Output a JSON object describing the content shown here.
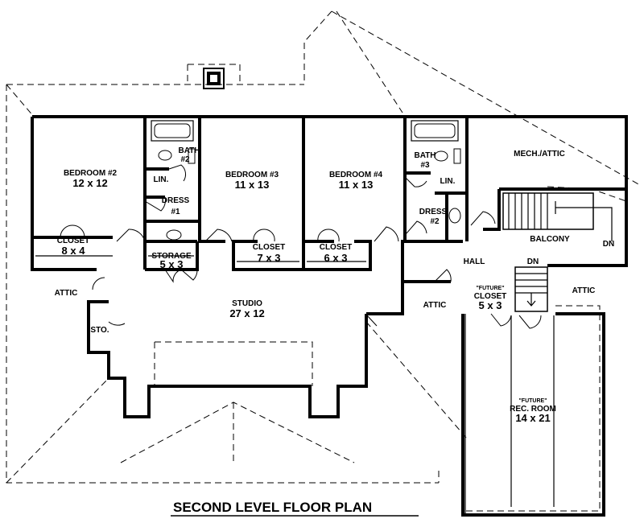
{
  "plan": {
    "title": "SECOND LEVEL FLOOR PLAN",
    "rooms": {
      "bedroom2": {
        "name": "BEDROOM #2",
        "size": "12 x 12"
      },
      "bath2": {
        "name": "BATH",
        "num": "#2"
      },
      "lin1": "LIN.",
      "dress1": {
        "name": "DRESS",
        "num": "#1"
      },
      "bedroom3": {
        "name": "BEDROOM #3",
        "size": "11 x 13"
      },
      "bedroom4": {
        "name": "BEDROOM #4",
        "size": "11 x 13"
      },
      "bath3": {
        "name": "BATH",
        "num": "#3"
      },
      "lin2": "LIN.",
      "dress2": {
        "name": "DRESS",
        "num": "#2"
      },
      "mech": "MECH./ATTIC",
      "balcony": "BALCONY",
      "dn1": "DN",
      "dn2": "DN",
      "closet1": {
        "name": "CLOSET",
        "size": "8 x 4"
      },
      "storage": {
        "name": "STORAGE",
        "size": "5 x 3"
      },
      "closet2": {
        "name": "CLOSET",
        "size": "7 x 3"
      },
      "closet3": {
        "name": "CLOSET",
        "size": "6 x 3"
      },
      "hall": "HALL",
      "attic_left": "ATTIC",
      "attic_mid": "ATTIC",
      "attic_right": "ATTIC",
      "studio": {
        "name": "STUDIO",
        "size": "27 x 12"
      },
      "sto": "STO.",
      "future_closet": {
        "tag": "\"FUTURE\"",
        "name": "CLOSET",
        "size": "5 x 3"
      },
      "rec_room": {
        "tag": "\"FUTURE\"",
        "name": "REC. ROOM",
        "size": "14 x 21"
      }
    }
  }
}
